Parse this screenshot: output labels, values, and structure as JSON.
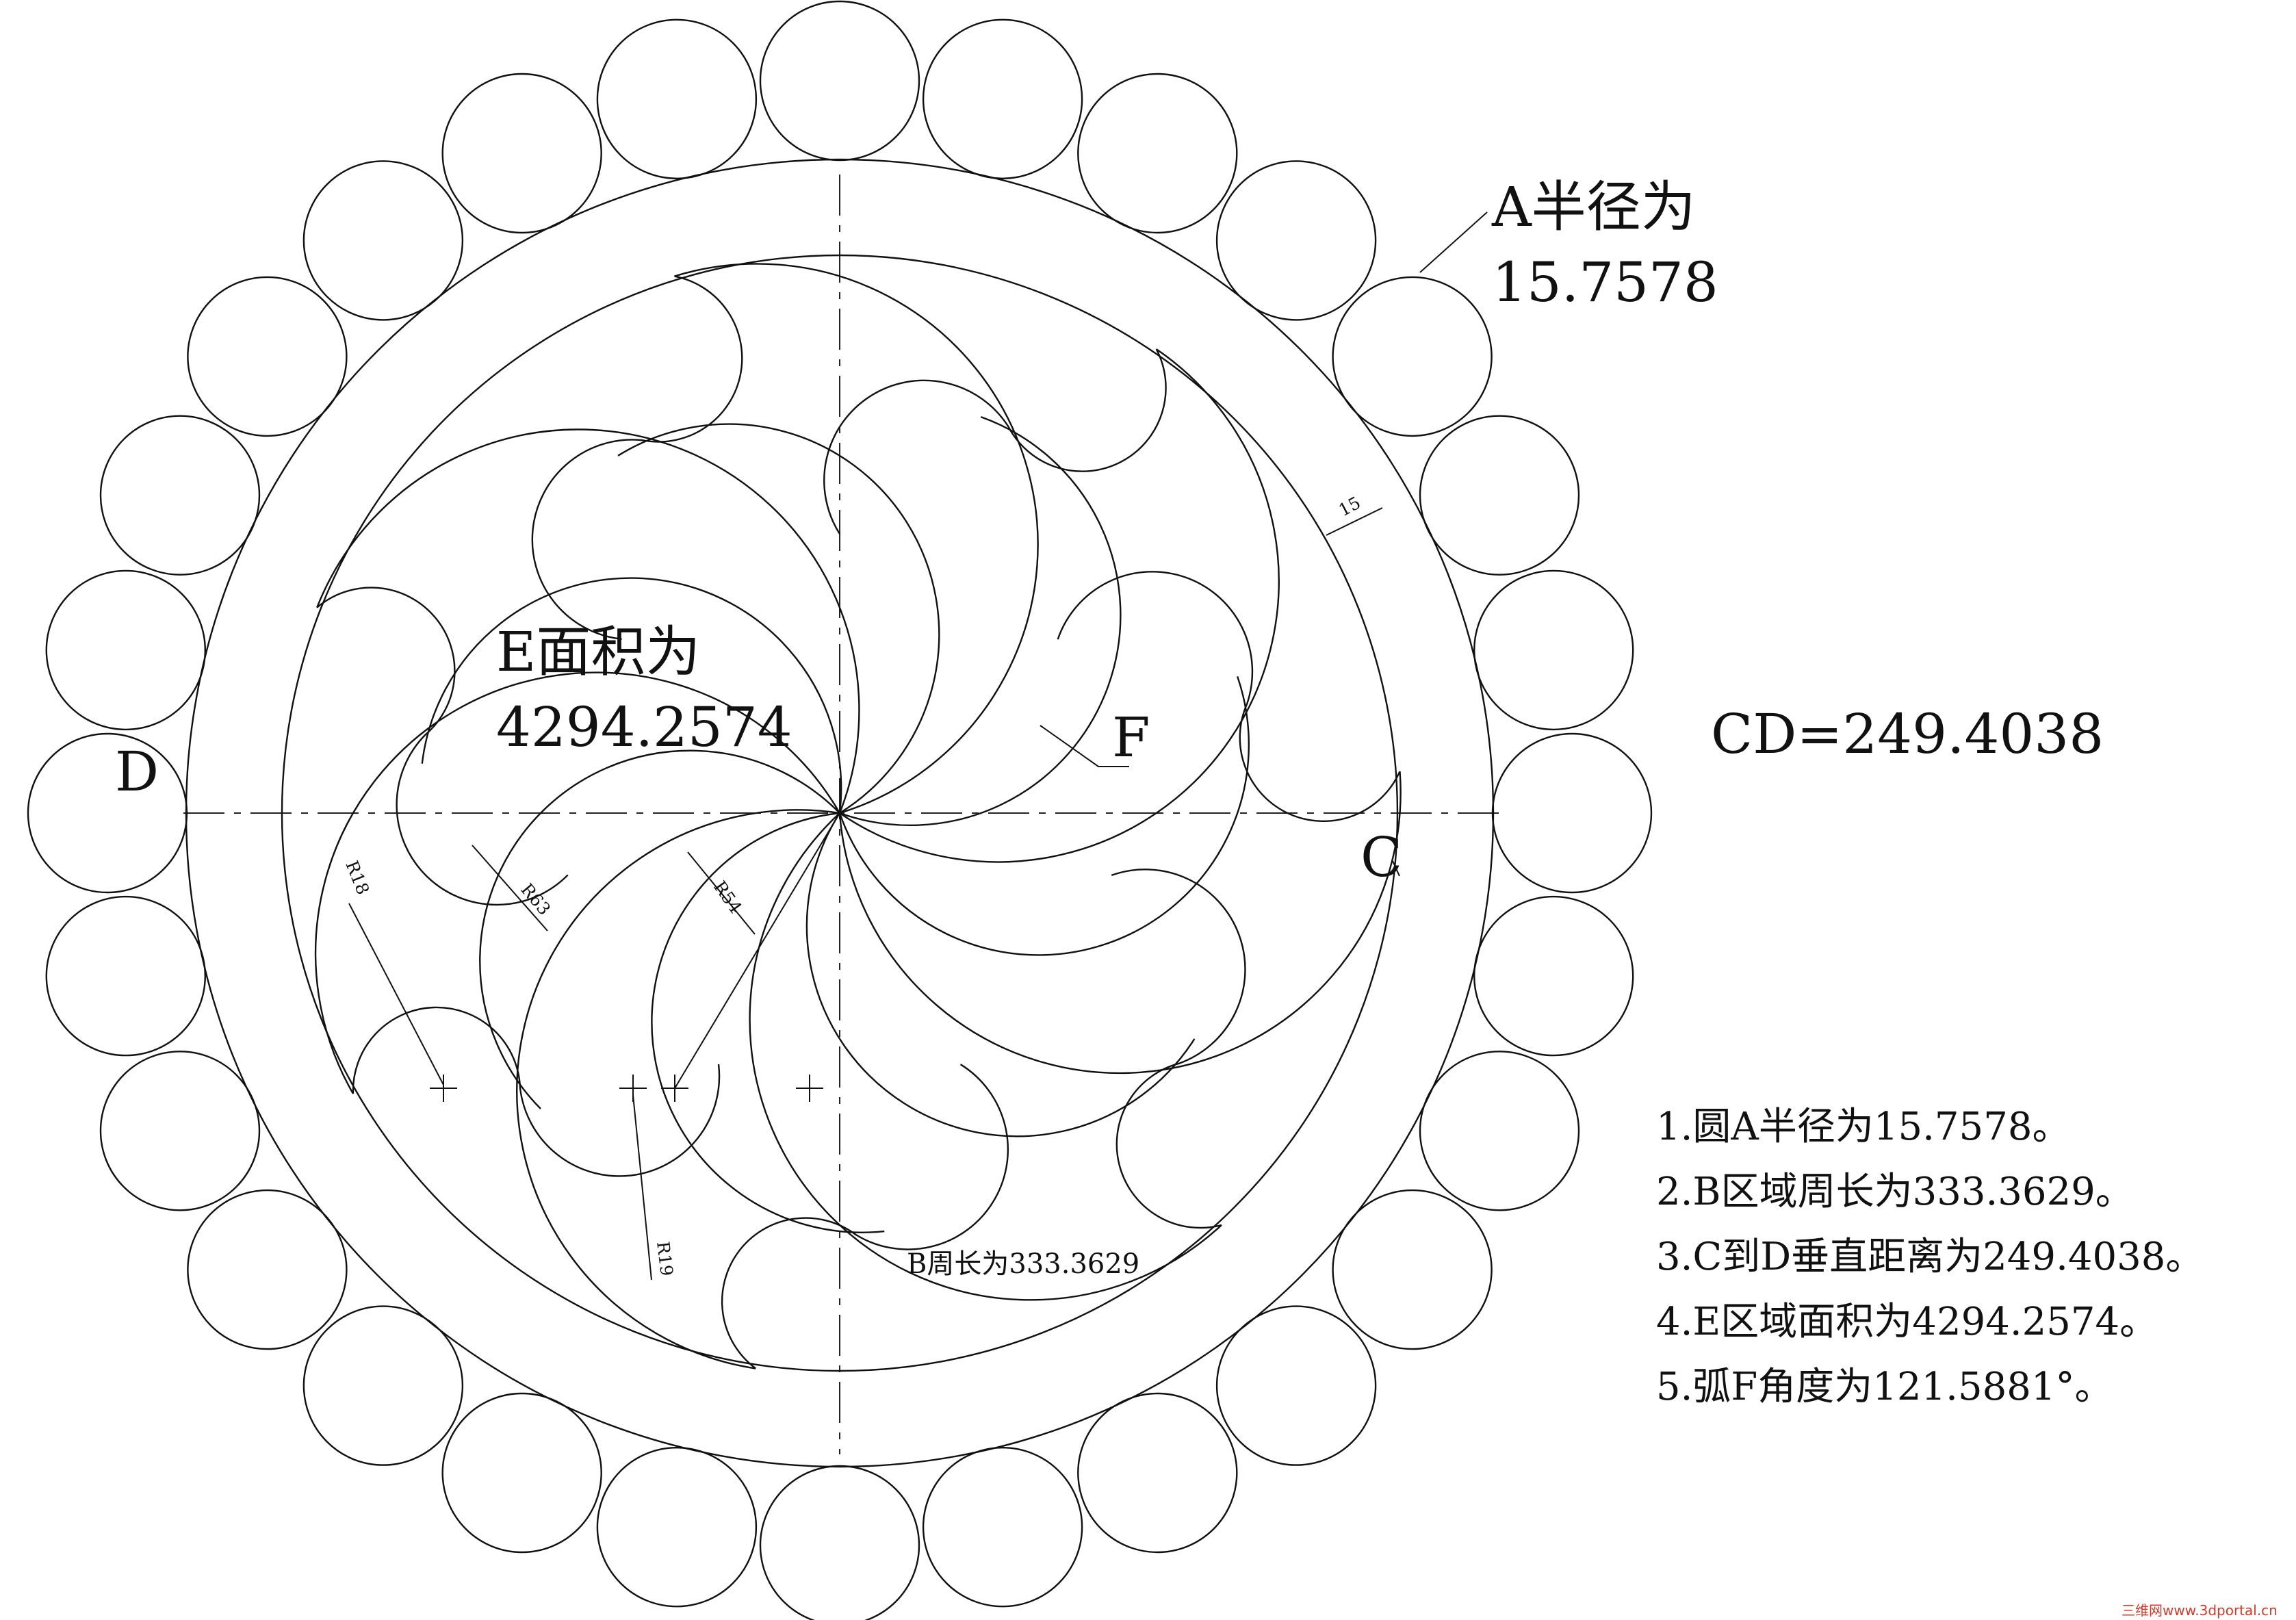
{
  "labels": {
    "a_caption_line1": "A半径为",
    "a_caption_line2": "15.7578",
    "e_caption_line1": "E面积为",
    "e_caption_line2": "4294.2574",
    "f": "F",
    "d": "D",
    "c": "C",
    "cd": "CD=249.4038",
    "b_caption": "B周长为333.3629"
  },
  "dimensions": {
    "ring_width": "15",
    "r63": "R63",
    "r54": "R54",
    "r18": "R18",
    "r19": "R19"
  },
  "notes": [
    "1.圆A半径为15.7578。",
    "2.B区域周长为333.3629。",
    "3.C到D垂直距离为249.4038。",
    "4.E区域面积为4294.2574。",
    "5.弧F角度为121.5881°。"
  ],
  "watermark": "三维网www.3dportal.cn",
  "colors": {
    "line": "#111111",
    "watermark": "#d23a2a"
  }
}
